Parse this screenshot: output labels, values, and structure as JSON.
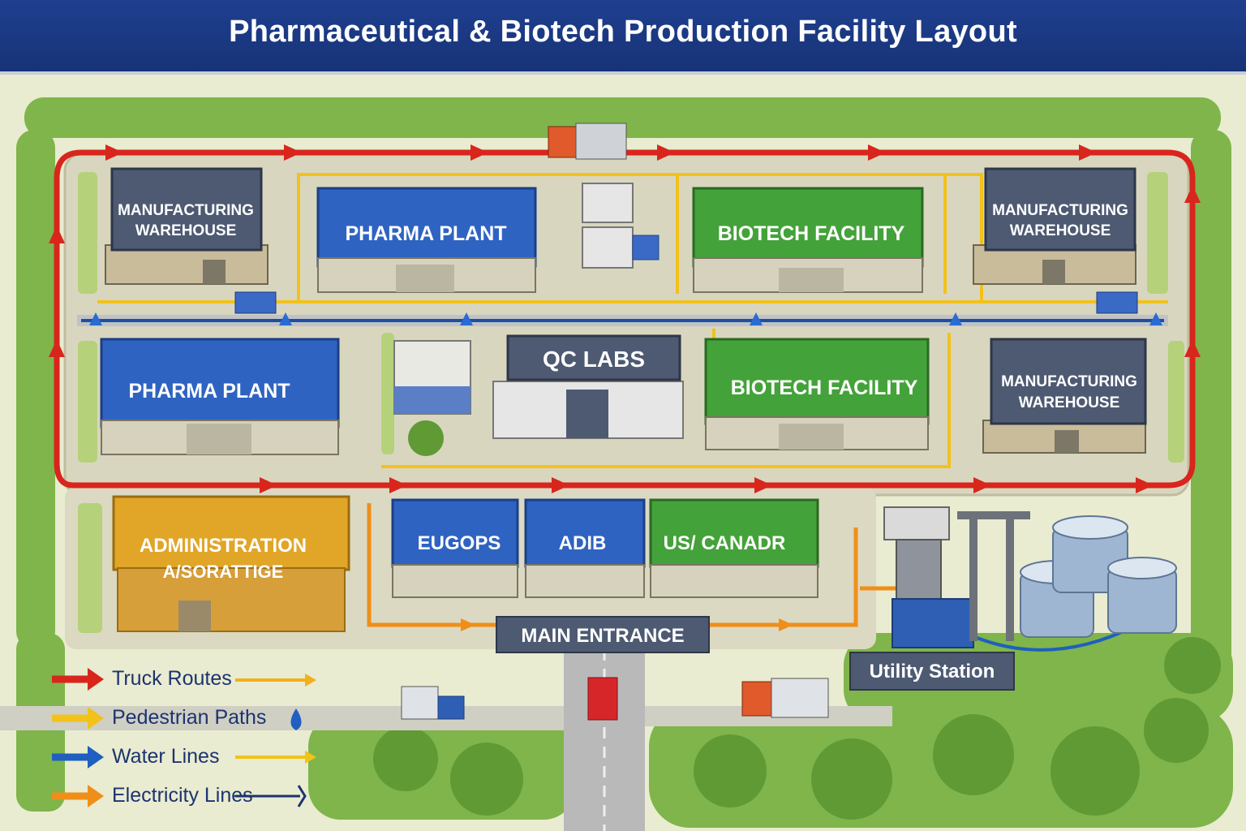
{
  "title": "Pharmaceutical & Biotech Production Facility Layout",
  "buildings": {
    "mfg_warehouse_nw": "MANUFACTURING WAREHOUSE",
    "pharma_plant_north": "PHARMA PLANT",
    "biotech_facility_north": "BIOTECH FACILITY",
    "mfg_warehouse_ne": "MANUFACTURING WAREHOUSE",
    "pharma_plant_west": "PHARMA PLANT",
    "qc_labs": "QC LABS",
    "biotech_facility_center": "BIOTECH FACILITY",
    "mfg_warehouse_east": "MANUFACTURING WAREHOUSE",
    "administration_line1": "ADMINISTRATION",
    "administration_line2": "A/SORATTIGE",
    "eugops": "EUGOPS",
    "adib": "ADIB",
    "us_canada": "US/ CANADR",
    "main_entrance": "MAIN ENTRANCE",
    "utility_station": "Utility Station"
  },
  "legend": [
    {
      "label": "Truck Routes",
      "color": "#d8261d",
      "icon": "red-arrow-icon"
    },
    {
      "label": "Pedestrian Paths",
      "color": "#f2c21b",
      "icon": "yellow-arrow-icon"
    },
    {
      "label": "Water Lines",
      "color": "#1f5fbf",
      "icon": "blue-arrow-icon"
    },
    {
      "label": "Electricity Lines",
      "color": "#ef8f1a",
      "icon": "orange-arrow-icon"
    }
  ],
  "colors": {
    "pharma": "#2f63c2",
    "biotech": "#44a23a",
    "warehouse": "#4d5a72",
    "administration": "#e1a528",
    "truck_route": "#d8261d",
    "pedestrian": "#f2c21b",
    "water": "#1f5fbf",
    "electricity": "#ef8f1a"
  }
}
